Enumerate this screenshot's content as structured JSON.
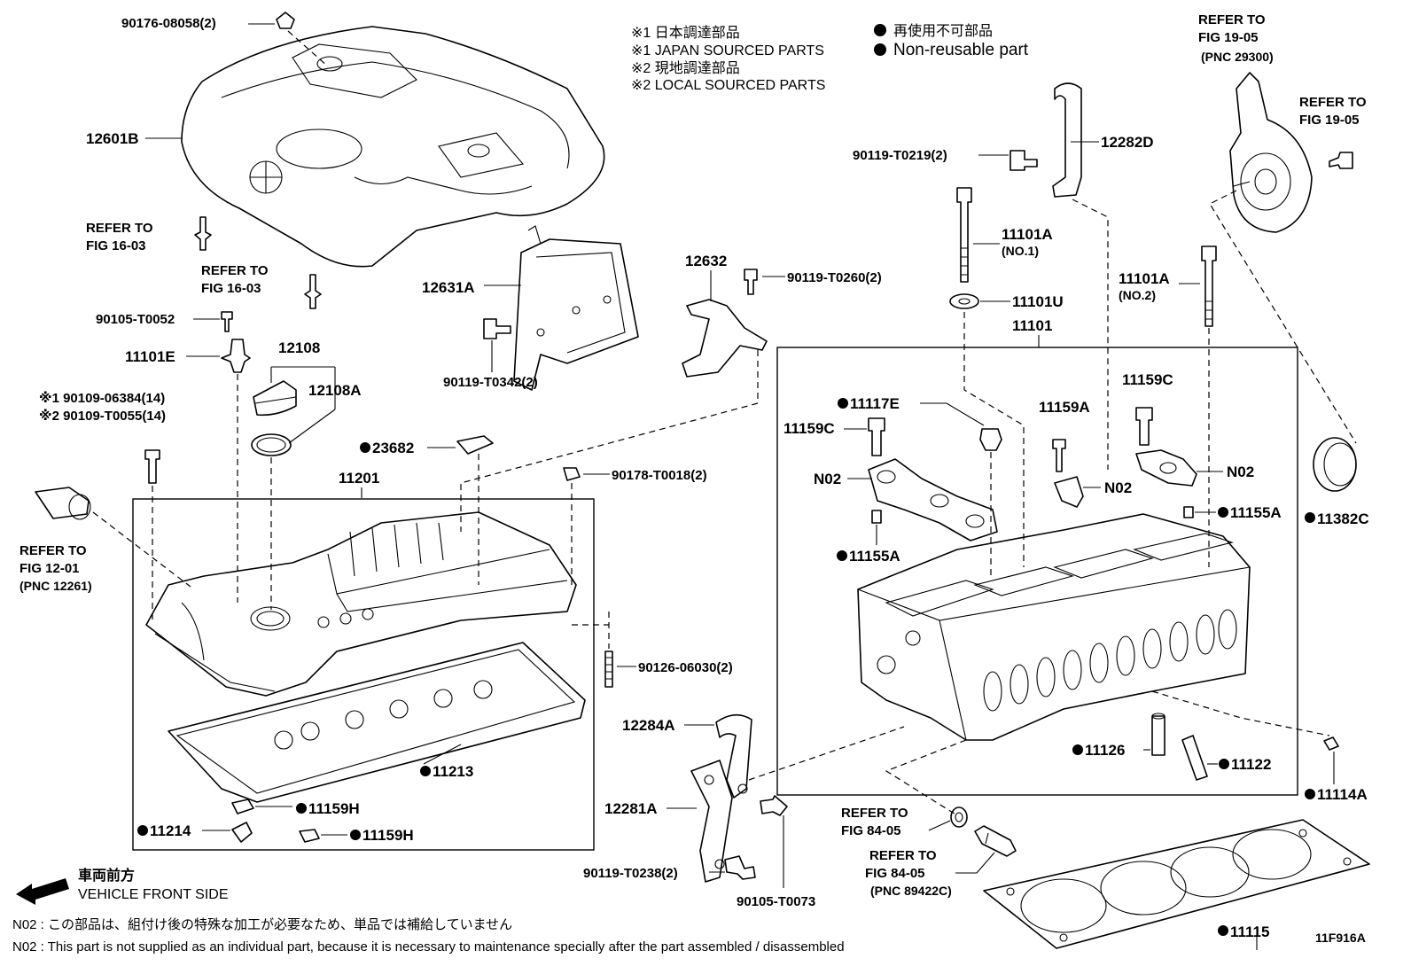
{
  "legend": {
    "japan_jp": "※1 日本調達部品",
    "japan_en": "※1 JAPAN SOURCED PARTS",
    "local_jp": "※2 現地調達部品",
    "local_en": "※2 LOCAL SOURCED PARTS",
    "nonreuse_jp": "再使用不可部品",
    "nonreuse_en": "Non-reusable part"
  },
  "labels": {
    "p90176": "90176-08058(2)",
    "p12601B": "12601B",
    "ref1603a_1": "REFER TO",
    "ref1603a_2": "FIG 16-03",
    "ref1603b_1": "REFER TO",
    "ref1603b_2": "FIG 16-03",
    "p90105T0052": "90105-T0052",
    "p11101E": "11101E",
    "p12108": "12108",
    "p12108A": "12108A",
    "p90109_06384": "※1 90109-06384(14)",
    "p90109_T0055": "※2 90109-T0055(14)",
    "ref1201_1": "REFER TO",
    "ref1201_2": "FIG 12-01",
    "ref1201_3": "(PNC 12261)",
    "p23682": "23682",
    "p11201": "11201",
    "p90178": "90178-T0018(2)",
    "p12631A": "12631A",
    "p90119T0342": "90119-T0342(2)",
    "p12632": "12632",
    "p90119T0260": "90119-T0260(2)",
    "p90126": "90126-06030(2)",
    "p11213": "11213",
    "p11159H_a": "11159H",
    "p11214": "11214",
    "p11159H_b": "11159H",
    "p12284A": "12284A",
    "p12281A": "12281A",
    "p90119T0238": "90119-T0238(2)",
    "p90105T0073": "90105-T0073",
    "p90119T0219": "90119-T0219(2)",
    "p12282D": "12282D",
    "p11101A_1": "11101A",
    "no1": "(NO.1)",
    "p11101U": "11101U",
    "p11101": "11101",
    "p11101A_2": "11101A",
    "no2": "(NO.2)",
    "ref1905a_1": "REFER TO",
    "ref1905a_2": "FIG 19-05",
    "ref1905a_3": "(PNC 29300)",
    "ref1905b_1": "REFER TO",
    "ref1905b_2": "FIG 19-05",
    "p11117E": "11117E",
    "p11159C_a": "11159C",
    "p11159A": "11159A",
    "p11159C_b": "11159C",
    "n02_a": "N02",
    "n02_b": "N02",
    "n02_c": "N02",
    "p11155A_a": "11155A",
    "p11155A_b": "11155A",
    "p11382C": "11382C",
    "p11126": "11126",
    "p11122": "11122",
    "p11114A": "11114A",
    "ref8405a_1": "REFER TO",
    "ref8405a_2": "FIG 84-05",
    "ref8405b_1": "REFER TO",
    "ref8405b_2": "FIG 84-05",
    "ref8405b_3": "(PNC 89422C)",
    "p11115": "11115",
    "front_jp": "車両前方",
    "front_en": "VEHICLE FRONT SIDE",
    "note_jp": "N02 : この部品は、組付け後の特殊な加工が必要なため、単品では補給していません",
    "note_en": "N02 : This part is not supplied as an individual part, because it is necessary to maintenance specially after the part assembled / disassembled",
    "fig_code": "11F916A"
  }
}
